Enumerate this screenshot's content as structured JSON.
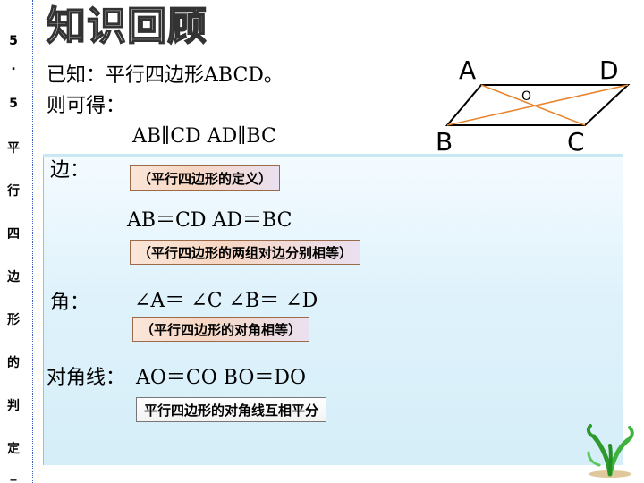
{
  "sidebar": {
    "chars": [
      "5",
      ".",
      "5",
      "平",
      "行",
      "四",
      "边",
      "形",
      "的",
      "判",
      "定",
      "_"
    ]
  },
  "title": "知识回顾",
  "known": "已知：平行四边形ABCD。",
  "hence": "则可得：",
  "figure": {
    "vertices": {
      "a": "A",
      "b": "B",
      "c": "C",
      "d": "D",
      "o": "O"
    },
    "line_color": "#000000",
    "diagonal_color": "#e8822a"
  },
  "sides": {
    "label": "边：",
    "parallel": "AB∥CD   AD∥BC",
    "parallel_reason": "（平行四边形的定义）",
    "equal": "AB＝CD   AD＝BC",
    "equal_reason": "（平行四边形的两组对边分别相等）"
  },
  "angles": {
    "label": "角：",
    "equal": "∠A＝ ∠C    ∠B＝ ∠D",
    "reason": "（平行四边形的对角相等）"
  },
  "diagonals": {
    "label": "对角线：",
    "equal": "AO＝CO  BO＝DO",
    "reason": "平行四边形的对角线互相平分"
  }
}
